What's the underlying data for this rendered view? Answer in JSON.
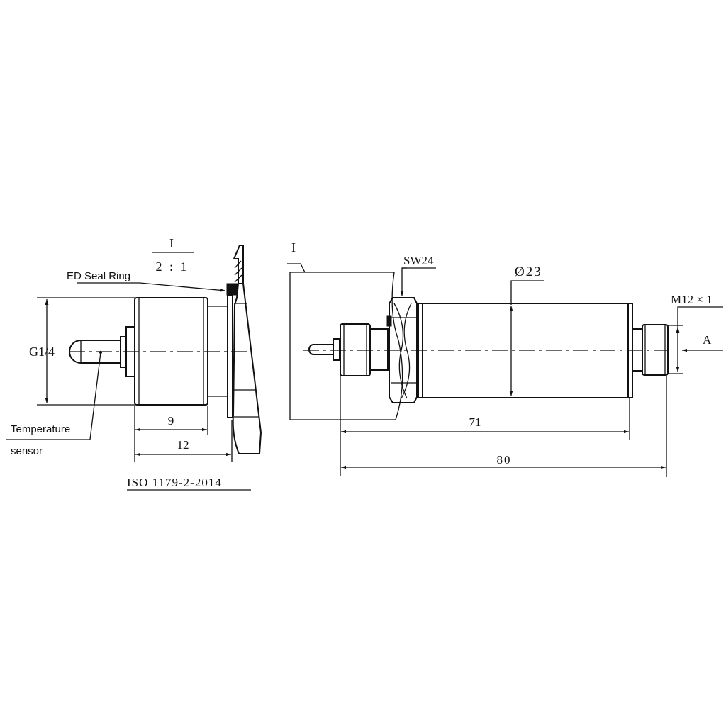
{
  "detail_view": {
    "detail_label": "I",
    "scale": "2 : 1",
    "seal_label": "ED Seal Ring",
    "thread_label": "G1/4",
    "sensor_label_line1": "Temperature",
    "sensor_label_line2": "sensor",
    "dim_9": "9",
    "dim_12": "12",
    "standard": "ISO 1179-2-2014"
  },
  "main_view": {
    "detail_ref": "I",
    "wrench_size": "SW24",
    "diameter": "Ø23",
    "connector_thread": "M12 × 1",
    "view_arrow": "A",
    "dim_71": "71",
    "dim_80": "80"
  },
  "colors": {
    "line": "#111111",
    "background": "#ffffff"
  }
}
